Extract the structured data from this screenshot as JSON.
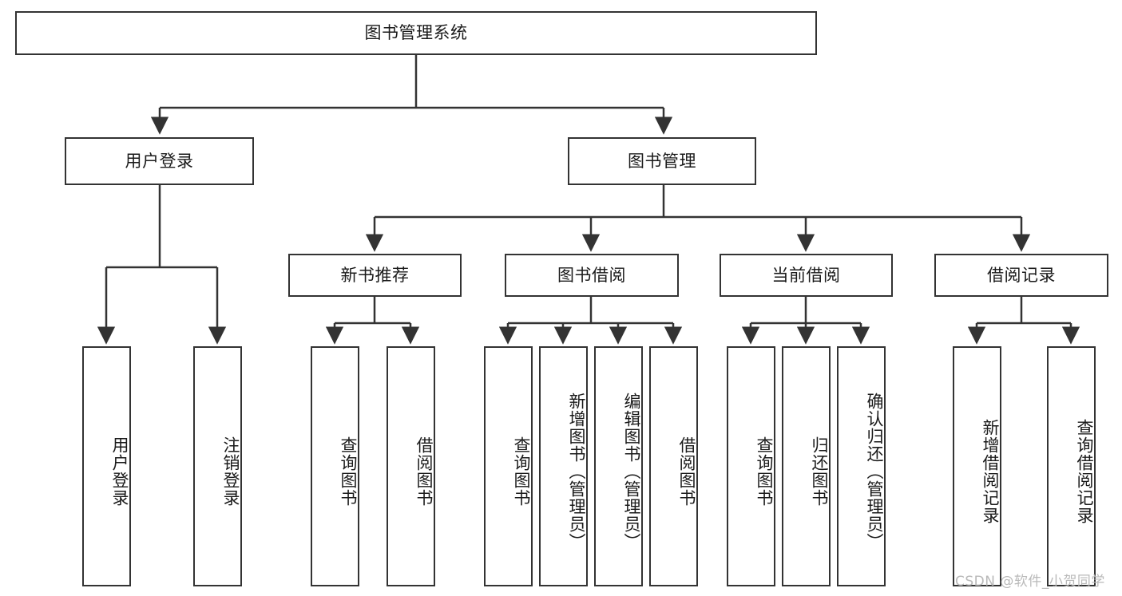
{
  "diagram": {
    "type": "tree-hierarchy",
    "title": "图书管理系统",
    "root": {
      "id": "root",
      "label": "图书管理系统"
    },
    "level2": [
      {
        "id": "user-login",
        "label": "用户登录"
      },
      {
        "id": "book-manage",
        "label": "图书管理"
      }
    ],
    "level3": [
      {
        "id": "new-book-recommend",
        "label": "新书推荐",
        "parent": "book-manage"
      },
      {
        "id": "book-borrow",
        "label": "图书借阅",
        "parent": "book-manage"
      },
      {
        "id": "current-borrow",
        "label": "当前借阅",
        "parent": "book-manage"
      },
      {
        "id": "borrow-record",
        "label": "借阅记录",
        "parent": "book-manage"
      }
    ],
    "leaves": [
      {
        "id": "leaf-user-login",
        "label": "用户登录",
        "parent": "user-login"
      },
      {
        "id": "leaf-user-logout",
        "label": "注销登录",
        "parent": "user-login"
      },
      {
        "id": "leaf-query-book-1",
        "label": "查询图书",
        "parent": "new-book-recommend"
      },
      {
        "id": "leaf-borrow-book-1",
        "label": "借阅图书",
        "parent": "new-book-recommend"
      },
      {
        "id": "leaf-query-book-2",
        "label": "查询图书",
        "parent": "book-borrow"
      },
      {
        "id": "leaf-add-book",
        "label": "新增图书（管理员）",
        "parent": "book-borrow"
      },
      {
        "id": "leaf-edit-book",
        "label": "编辑图书（管理员）",
        "parent": "book-borrow"
      },
      {
        "id": "leaf-borrow-book-2",
        "label": "借阅图书",
        "parent": "book-borrow"
      },
      {
        "id": "leaf-query-book-3",
        "label": "查询图书",
        "parent": "current-borrow"
      },
      {
        "id": "leaf-return-book",
        "label": "归还图书",
        "parent": "current-borrow"
      },
      {
        "id": "leaf-confirm-return",
        "label": "确认归还（管理员）",
        "parent": "current-borrow"
      },
      {
        "id": "leaf-add-record",
        "label": "新增借阅记录",
        "parent": "borrow-record"
      },
      {
        "id": "leaf-query-record",
        "label": "查询借阅记录",
        "parent": "borrow-record"
      }
    ],
    "colors": {
      "stroke": "#333333",
      "node_fill": "#ffffff",
      "text": "#1a1a1a",
      "watermark": "#b9b9b9",
      "background": "#ffffff"
    }
  },
  "watermark": {
    "text": "CSDN @软件_小贺同学"
  }
}
